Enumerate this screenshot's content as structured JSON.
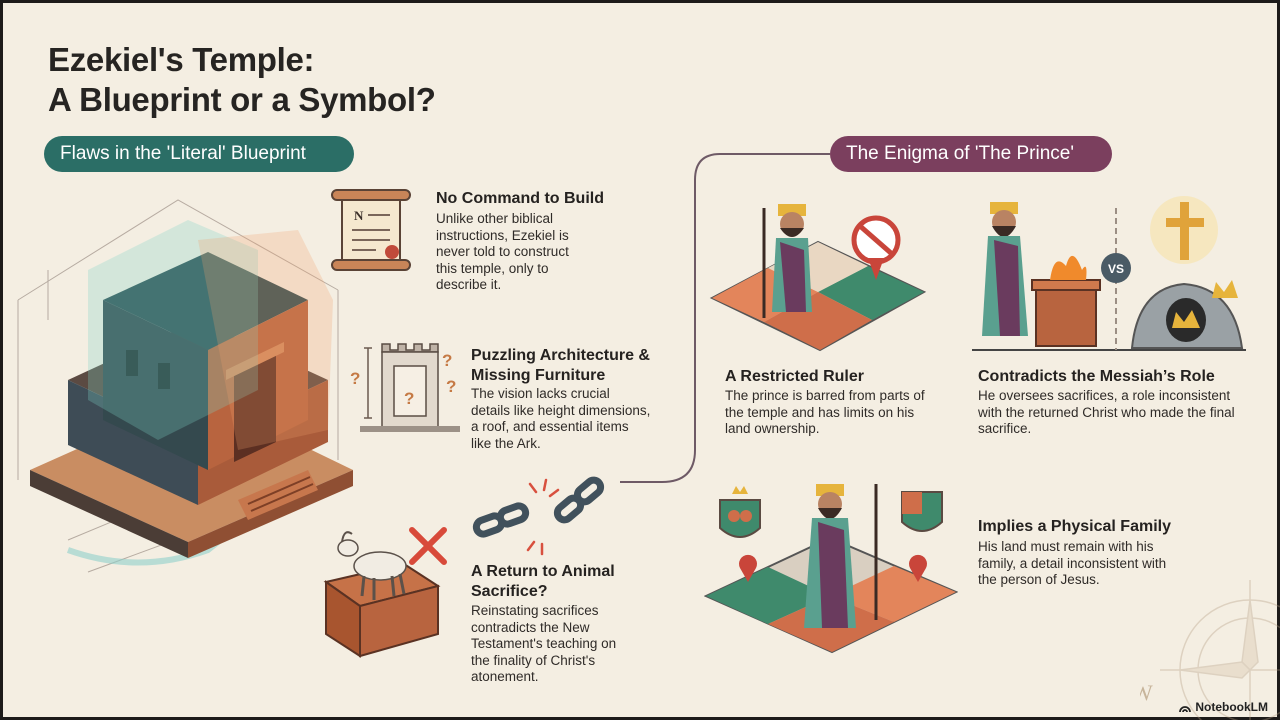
{
  "title": {
    "line1": "Ezekiel's Temple:",
    "line2": "A Blueprint or a Symbol?"
  },
  "left_section": {
    "heading": "Flaws in the 'Literal' Blueprint",
    "items": [
      {
        "title": "No Command to Build",
        "text": "Unlike other biblical instructions, Ezekiel is never told to construct this temple, only to describe it."
      },
      {
        "title": "Puzzling Architecture & Missing Furniture",
        "text": "The vision lacks crucial details like height dimensions, a roof, and essential items like the Ark."
      },
      {
        "title": "A Return to Animal Sacrifice?",
        "text": "Reinstating sacrifices contradicts the New Testament's teaching on the finality of Christ's atonement."
      }
    ]
  },
  "right_section": {
    "heading": "The Enigma of 'The Prince'",
    "items": [
      {
        "title": "A Restricted Ruler",
        "text": "The prince is barred from parts of the temple and has limits on his land ownership."
      },
      {
        "title": "Contradicts the Messiah’s Role",
        "text": "He oversees sacrifices, a role inconsistent with the returned Christ who made the final sacrifice."
      },
      {
        "title": "Implies a Physical Family",
        "text": "His land must remain with his family, a detail inconsistent with the person of Jesus."
      }
    ],
    "vs_label": "VS"
  },
  "scroll_initial": "N",
  "compass_letter": "W",
  "branding": "NotebookLM",
  "colors": {
    "teal": "#2b6e66",
    "plum": "#7b3f5e",
    "background": "#f4eee2",
    "brick": "#b8643f",
    "red": "#d84a3a"
  }
}
